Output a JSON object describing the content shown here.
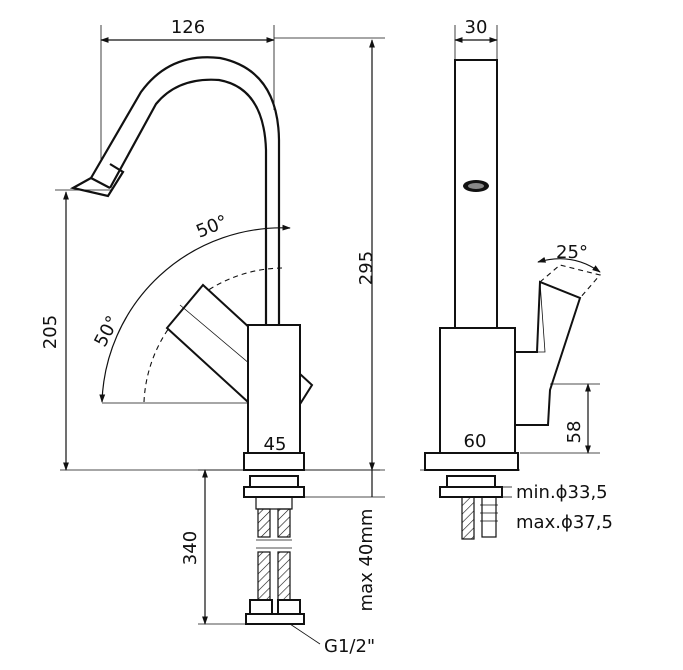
{
  "front_view": {
    "dim_width": "126",
    "dim_height_total": "295",
    "dim_spout_height": "205",
    "angle_upper": "50°",
    "angle_left": "50°",
    "dim_body_width": "45",
    "dim_below_deck": "340",
    "dim_max_deck": "max 40mm",
    "thread": "G1/2\""
  },
  "side_view": {
    "dim_width": "30",
    "angle_handle": "25°",
    "dim_handle_height": "58",
    "dim_body_depth": "60",
    "hole_min": "min.ϕ33,5",
    "hole_max": "max.ϕ37,5"
  }
}
